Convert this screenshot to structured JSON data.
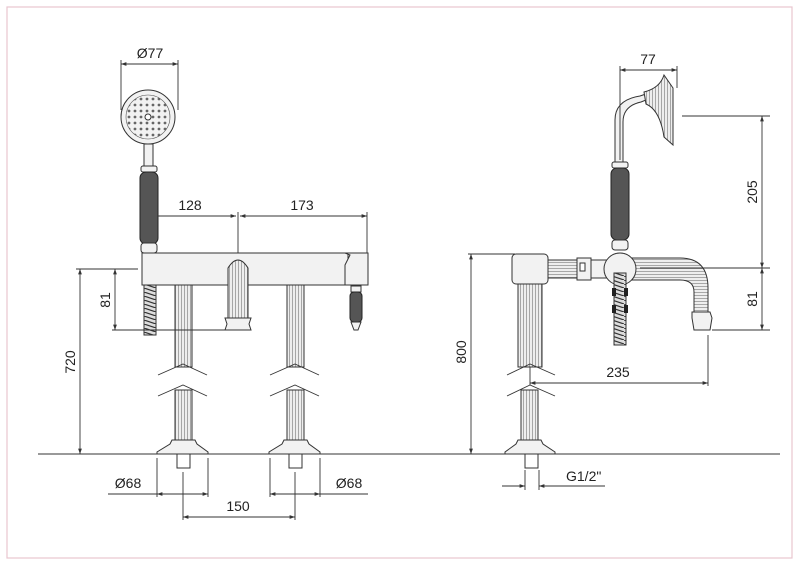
{
  "title": "Deck-mounted bath/shower mixer technical drawing",
  "colors": {
    "frame": "#e8c6cf",
    "line": "#333333",
    "grip": "#555555"
  },
  "front_view": {
    "dimensions": {
      "handshower_diameter": "Ø77",
      "spacing_left": "128",
      "spacing_right": "173",
      "spout_drop": "81",
      "overall_height": "720",
      "base_diameter_left": "Ø68",
      "base_diameter_right": "Ø68",
      "leg_spacing": "150"
    }
  },
  "side_view": {
    "dimensions": {
      "head_depth": "77",
      "handshower_height": "205",
      "spout_drop": "81",
      "overall_height": "800",
      "spout_reach": "235",
      "thread": "G1/2\""
    }
  }
}
